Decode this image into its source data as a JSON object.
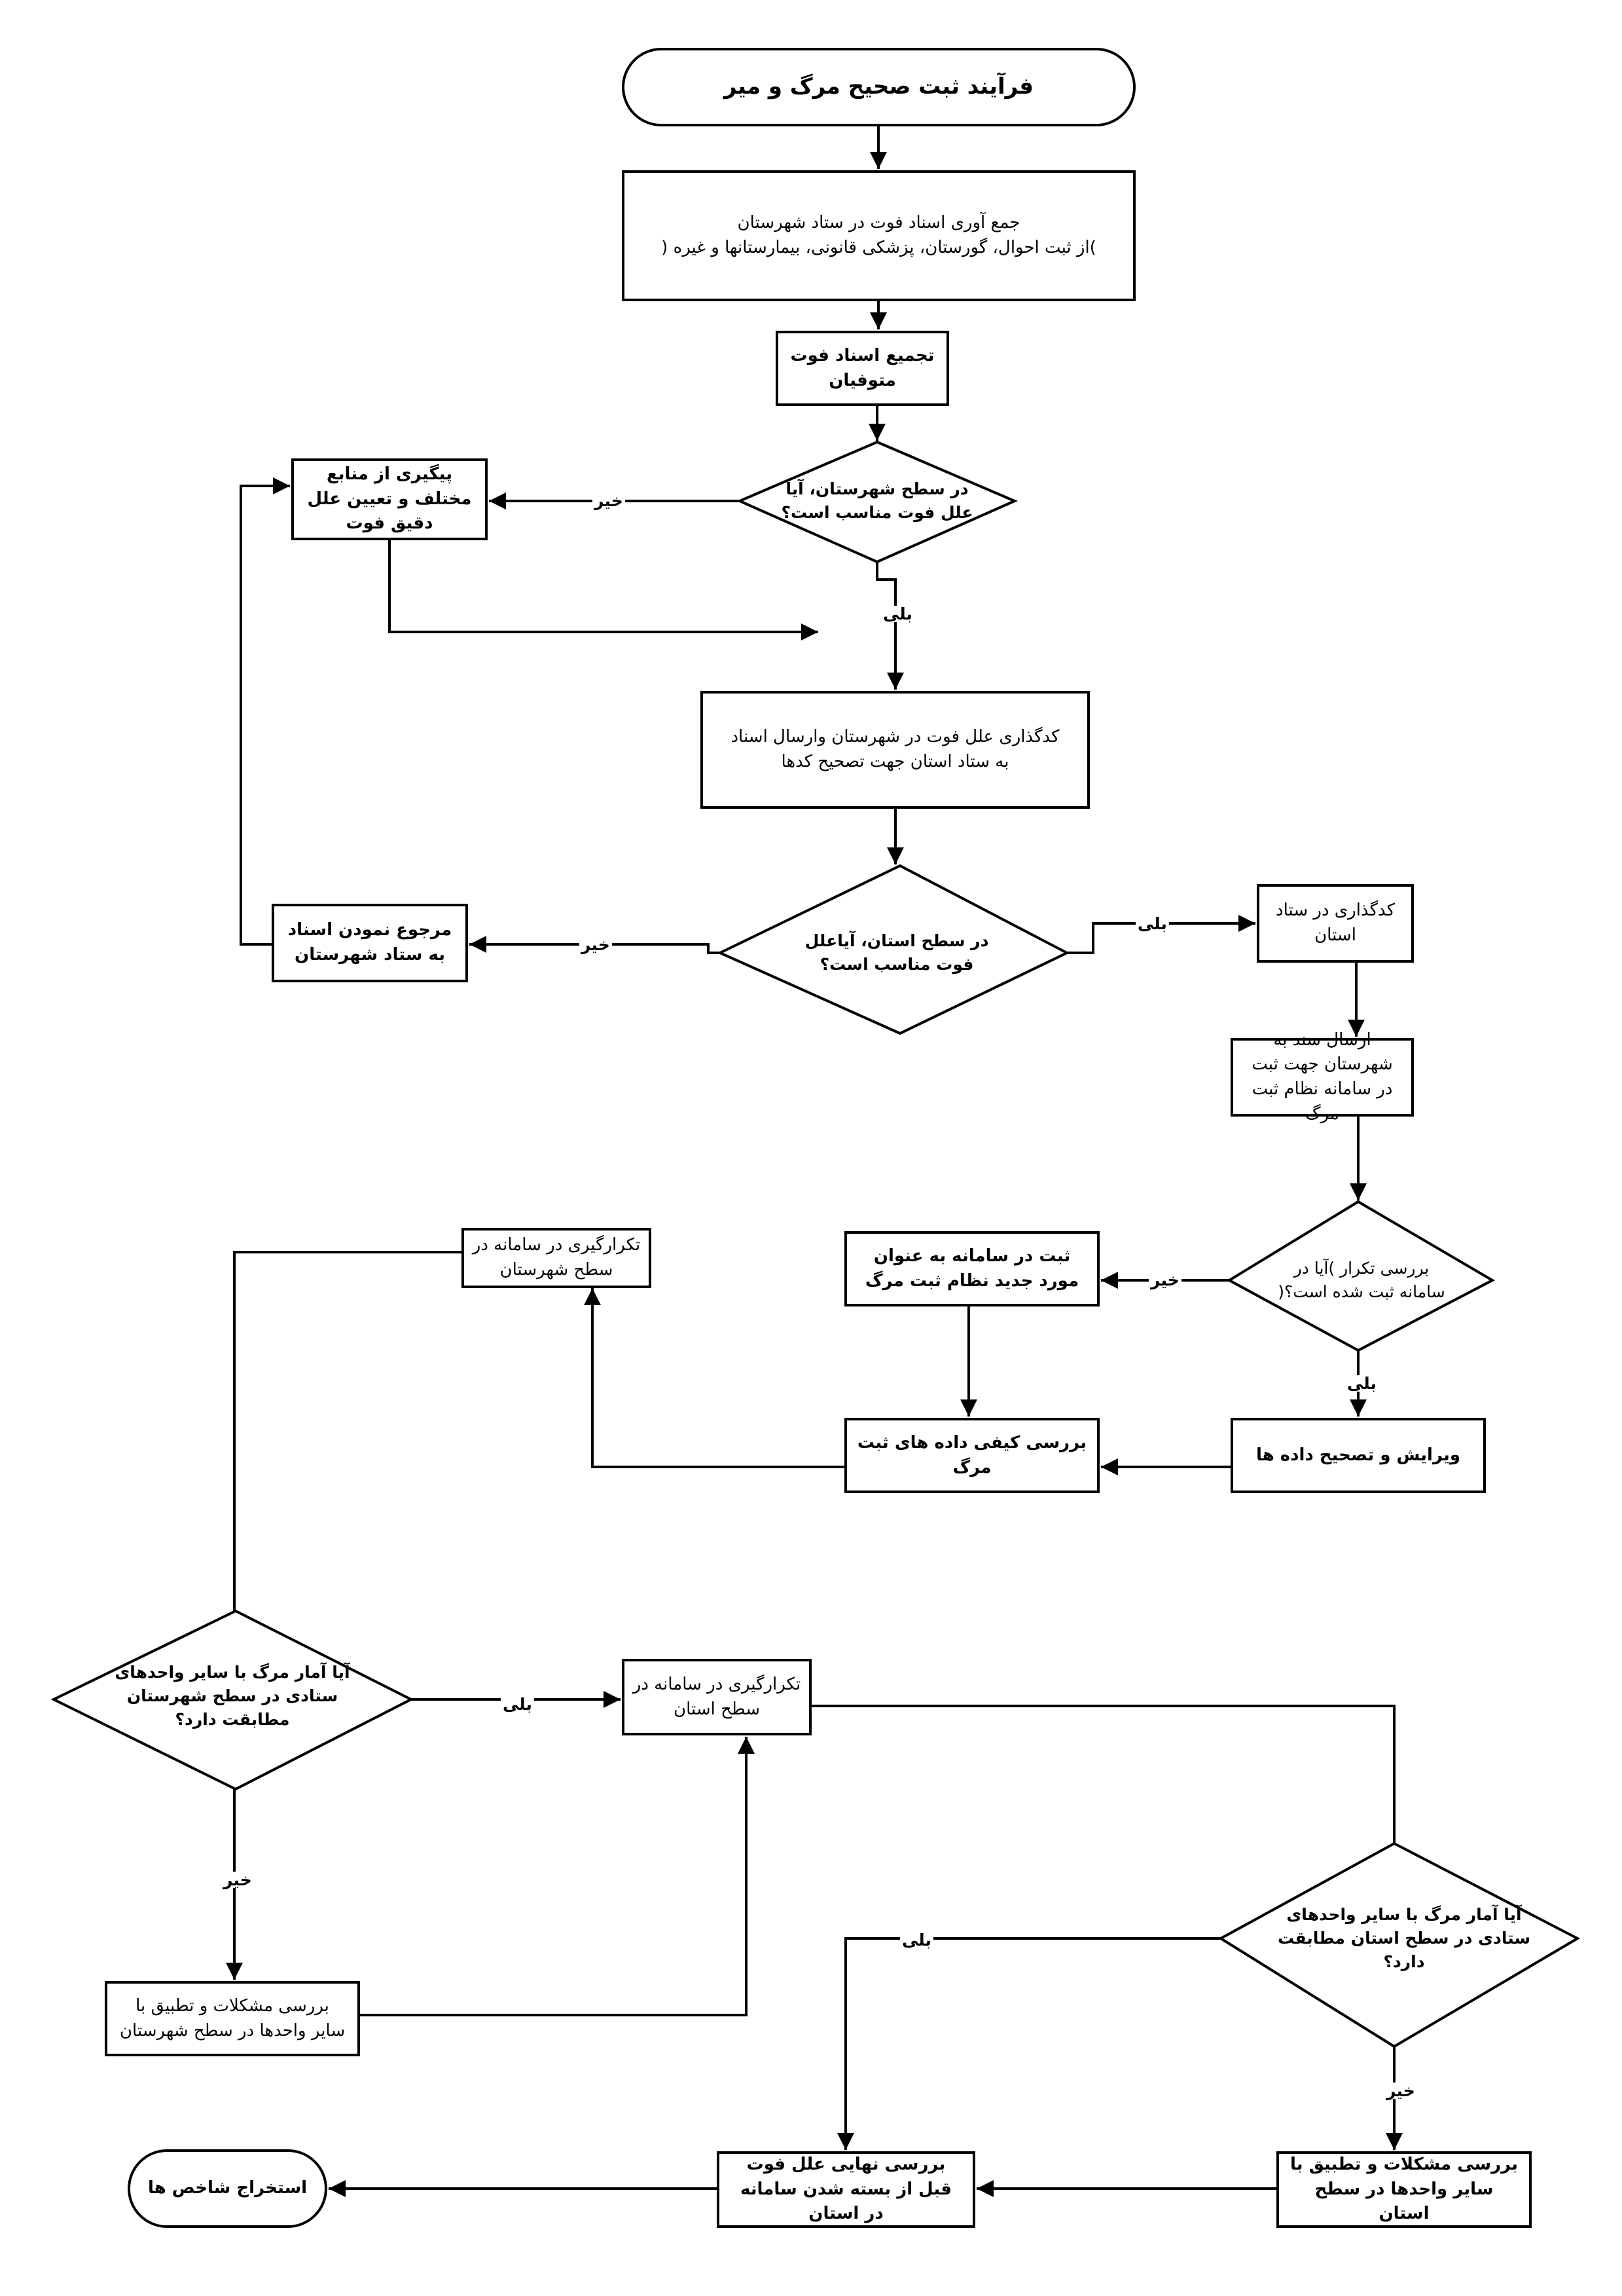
{
  "diagram": {
    "title": "فرآیند ثبت صحیح مرگ و میر",
    "steps": {
      "collect": "جمع آوری اسناد فوت در ستاد شهرستان\n)از ثبت احوال، گورستان، پزشکی قانونی، بیمارستانها و غیره (",
      "aggregate": "تجمیع اسناد فوت متوفیان",
      "decision_county_causes": "در سطح شهرستان، آیا علل فوت  مناسب است؟",
      "pursue_sources": "پیگیری از منابع مختلف و تعیین علل دقیق فوت",
      "county_coding": "کدگذاری علل فوت در شهرستان وارسال اسناد به ستاد استان جهت تصحیح کدها",
      "decision_province_causes": "در سطح استان، آیاعلل فوت مناسب است؟",
      "refer_to_county": "مرجوع نمودن اسناد به ستاد شهرستان",
      "province_coding": "کدگذاری در ستاد استان",
      "send_to_county": "ارسال سند به شهرستان جهت ثبت در سامانه نظام ثبت مرگ",
      "decision_duplicate": "بررسی تکرار )آیا در سامانه ثبت شده است؟(",
      "register_new": "ثبت در سامانه به عنوان مورد جدید نظام ثبت مرگ",
      "edit_data": "ویرایش و تصحیح داده ها",
      "quality_review": "بررسی کیفی داده های ثبت مرگ",
      "county_dedup": "تکرارگیری در سامانه در سطح شهرستان",
      "decision_county_match": "آیا  آمار مرگ با سایر واحدهای ستادی در سطح شهرستان مطابقت دارد؟",
      "province_dedup": "تکرارگیری در سامانه در سطح استان",
      "decision_province_match": "آیا  آمار مرگ با سایر واحدهای ستادی در سطح استان مطابقت دارد؟",
      "county_problem_check": "بررسی مشکلات و تطبیق با سایر واحدها در سطح شهرستان",
      "final_review": "بررسی نهایی علل فوت قبل از بسته شدن سامانه در استان",
      "province_problem_check": "بررسی مشکلات و تطبیق با سایر واحدها در سطح استان",
      "end": "استخراج شاخص ها"
    },
    "labels": {
      "yes": "بلی",
      "no": "خیر"
    }
  }
}
